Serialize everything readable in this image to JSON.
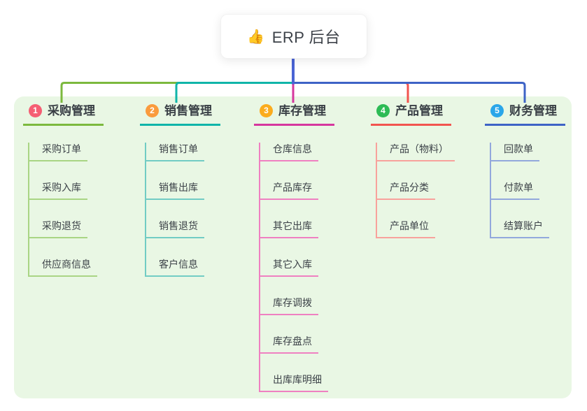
{
  "root": {
    "icon": "👍",
    "title": "ERP 后台"
  },
  "colors": {
    "background": "#ffffff",
    "panel": "#e9f7e4",
    "root_connector": "#4a64d4",
    "title_text": "#3a4046",
    "item_text": "#3c4248"
  },
  "branches": [
    {
      "num": "1",
      "title": "采购管理",
      "slug": "purchase-management",
      "badge_color": "#f55e73",
      "line_color": "#7cb93e",
      "sub_color": "#a9d584",
      "items": [
        "采购订单",
        "采购入库",
        "采购退货",
        "供应商信息"
      ]
    },
    {
      "num": "2",
      "title": "销售管理",
      "slug": "sales-management",
      "badge_color": "#fa9b3d",
      "line_color": "#10b5a9",
      "sub_color": "#72ccc4",
      "items": [
        "销售订单",
        "销售出库",
        "销售退货",
        "客户信息"
      ]
    },
    {
      "num": "3",
      "title": "库存管理",
      "slug": "inventory-management",
      "badge_color": "#fbac1d",
      "line_color": "#d6379e",
      "sub_color": "#ef80c1",
      "items": [
        "仓库信息",
        "产品库存",
        "其它出库",
        "其它入库",
        "库存调拨",
        "库存盘点",
        "出库库明细"
      ]
    },
    {
      "num": "4",
      "title": "产品管理",
      "slug": "product-management",
      "badge_color": "#2dbb55",
      "line_color": "#f2544f",
      "sub_color": "#f8a29c",
      "items": [
        "产品（物料）",
        "产品分类",
        "产品单位"
      ]
    },
    {
      "num": "5",
      "title": "财务管理",
      "slug": "finance-management",
      "badge_color": "#2aa6e9",
      "line_color": "#3e63c6",
      "sub_color": "#92a8dc",
      "items": [
        "回款单",
        "付款单",
        "结算账户"
      ]
    }
  ]
}
